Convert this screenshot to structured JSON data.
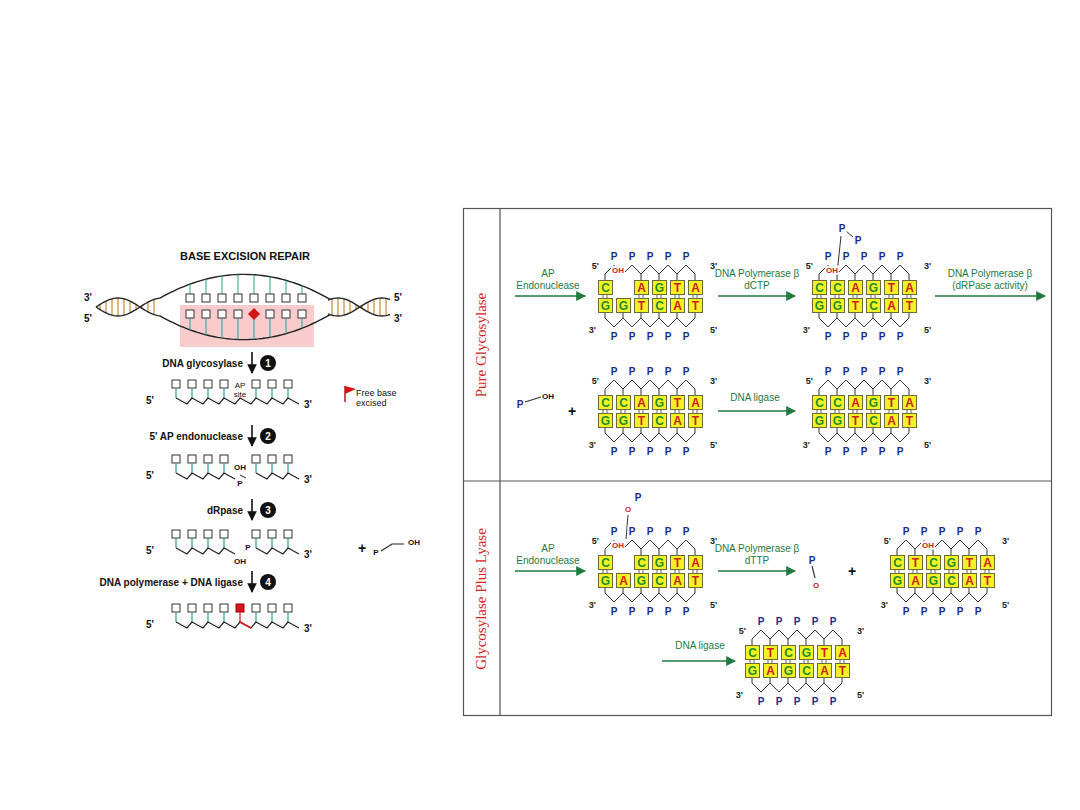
{
  "diagram": {
    "nodes": [
      {
        "text": [
          "Pure Glycosylase"
        ]
      },
      {
        "text": [
          "C"
        ],
        "in": 0
      },
      {
        "text": [
          "A"
        ],
        "in": 0
      },
      {
        "text": [
          "G"
        ],
        "in": 0
      },
      {
        "text": [
          "T"
        ],
        "in": 0
      },
      {
        "text": [
          "A"
        ],
        "in": 0
      },
      {
        "text": [
          "G"
        ],
        "in": 0
      },
      {
        "text": [
          "G"
        ],
        "in": 0
      },
      {
        "text": [
          "T"
        ],
        "in": 0
      },
      {
        "text": [
          "C"
        ],
        "in": 0
      },
      {
        "text": [
          "A"
        ],
        "in": 0
      },
      {
        "text": [
          "T"
        ],
        "in": 0
      },
      {
        "text": [
          "C"
        ],
        "in": 0
      },
      {
        "text": [
          "C"
        ],
        "in": 0
      },
      {
        "text": [
          "A"
        ],
        "in": 0
      },
      {
        "text": [
          "G"
        ],
        "in": 0
      },
      {
        "text": [
          "T"
        ],
        "in": 0
      },
      {
        "text": [
          "A"
        ],
        "in": 0
      },
      {
        "text": [
          "G"
        ],
        "in": 0
      },
      {
        "text": [
          "G"
        ],
        "in": 0
      },
      {
        "text": [
          "T"
        ],
        "in": 0
      },
      {
        "text": [
          "C"
        ],
        "in": 0
      },
      {
        "text": [
          "A"
        ],
        "in": 0
      },
      {
        "text": [
          "T"
        ],
        "in": 0
      },
      {
        "text": [
          "C"
        ],
        "in": 0
      },
      {
        "text": [
          "C"
        ],
        "in": 0
      },
      {
        "text": [
          "A"
        ],
        "in": 0
      },
      {
        "text": [
          "G"
        ],
        "in": 0
      },
      {
        "text": [
          "T"
        ],
        "in": 0
      },
      {
        "text": [
          "A"
        ],
        "in": 0
      },
      {
        "text": [
          "G"
        ],
        "in": 0
      },
      {
        "text": [
          "G"
        ],
        "in": 0
      },
      {
        "text": [
          "T"
        ],
        "in": 0
      },
      {
        "text": [
          "C"
        ],
        "in": 0
      },
      {
        "text": [
          "A"
        ],
        "in": 0
      },
      {
        "text": [
          "T"
        ],
        "in": 0
      },
      {
        "text": [
          "C"
        ],
        "in": 0
      },
      {
        "text": [
          "C"
        ],
        "in": 0
      },
      {
        "text": [
          "A"
        ],
        "in": 0
      },
      {
        "text": [
          "G"
        ],
        "in": 0
      },
      {
        "text": [
          "T"
        ],
        "in": 0
      },
      {
        "text": [
          "A"
        ],
        "in": 0
      },
      {
        "text": [
          "G"
        ],
        "in": 0
      },
      {
        "text": [
          "G"
        ],
        "in": 0
      },
      {
        "text": [
          "T"
        ],
        "in": 0
      },
      {
        "text": [
          "C"
        ],
        "in": 0
      },
      {
        "text": [
          "A"
        ],
        "in": 0
      },
      {
        "text": [
          "T"
        ],
        "in": 0
      },
      {
        "text": [
          "Glycosylase Plus Lyase"
        ]
      },
      {
        "text": [
          "C"
        ],
        "in": 48
      },
      {
        "text": [
          "C"
        ],
        "in": 48
      },
      {
        "text": [
          "G"
        ],
        "in": 48
      },
      {
        "text": [
          "T"
        ],
        "in": 48
      },
      {
        "text": [
          "A"
        ],
        "in": 48
      },
      {
        "text": [
          "G"
        ],
        "in": 48
      },
      {
        "text": [
          "A"
        ],
        "in": 48
      },
      {
        "text": [
          "G"
        ],
        "in": 48
      },
      {
        "text": [
          "C"
        ],
        "in": 48
      },
      {
        "text": [
          "A"
        ],
        "in": 48
      },
      {
        "text": [
          "T"
        ],
        "in": 48
      },
      {
        "text": [
          "C"
        ],
        "in": 48
      },
      {
        "text": [
          "T"
        ],
        "in": 48
      },
      {
        "text": [
          "C"
        ],
        "in": 48
      },
      {
        "text": [
          "G"
        ],
        "in": 48
      },
      {
        "text": [
          "T"
        ],
        "in": 48
      },
      {
        "text": [
          "A"
        ],
        "in": 48
      },
      {
        "text": [
          "G"
        ],
        "in": 48
      },
      {
        "text": [
          "A"
        ],
        "in": 48
      },
      {
        "text": [
          "G"
        ],
        "in": 48
      },
      {
        "text": [
          "C"
        ],
        "in": 48
      },
      {
        "text": [
          "A"
        ],
        "in": 48
      },
      {
        "text": [
          "T"
        ],
        "in": 48
      },
      {
        "text": [
          "C"
        ],
        "in": 48
      },
      {
        "text": [
          "T"
        ],
        "in": 48
      },
      {
        "text": [
          "C"
        ],
        "in": 48
      },
      {
        "text": [
          "G"
        ],
        "in": 48
      },
      {
        "text": [
          "T"
        ],
        "in": 48
      },
      {
        "text": [
          "A"
        ],
        "in": 48
      },
      {
        "text": [
          "G"
        ],
        "in": 48
      },
      {
        "text": [
          "A"
        ],
        "in": 48
      },
      {
        "text": [
          "G"
        ],
        "in": 48
      },
      {
        "text": [
          "C"
        ],
        "in": 48
      },
      {
        "text": [
          "A"
        ],
        "in": 48
      },
      {
        "text": [
          "T"
        ],
        "in": 48
      }
    ],
    "labels": [
      "BASE EXCISION REPAIR",
      "3'",
      "5'",
      "5'",
      "3'",
      "DNA glycosylase",
      "1",
      "AP site",
      "Free base excised",
      "5'",
      "3'",
      "5' AP endonuclease",
      "2",
      "OH",
      "P",
      "5'",
      "3'",
      "dRpase",
      "3",
      "P",
      "OH",
      "5'",
      "3'",
      "+",
      "P",
      "OH",
      "DNA polymerase + DNA ligase",
      "4",
      "5'",
      "3'",
      "AP Endonuclease",
      "5'",
      "P",
      "P",
      "P",
      "P",
      "P",
      "3'",
      "3'",
      "P",
      "P",
      "P",
      "P",
      "P",
      "5'",
      "OH",
      "DNA Polymerase β dCTP",
      "5'",
      "P",
      "P",
      "P",
      "P",
      "P",
      "3'",
      "3'",
      "P",
      "P",
      "P",
      "P",
      "P",
      "5'",
      "P",
      "P",
      "OH",
      "DNA Polymerase β (dRPase activity)",
      "P",
      "OH",
      "+",
      "5'",
      "P",
      "P",
      "P",
      "P",
      "P",
      "3'",
      "3'",
      "P",
      "P",
      "P",
      "P",
      "P",
      "5'",
      "DNA ligase",
      "5'",
      "P",
      "P",
      "P",
      "P",
      "P",
      "3'",
      "3'",
      "P",
      "P",
      "P",
      "P",
      "P",
      "5'",
      "AP Endonuclease",
      "5'",
      "P",
      "P",
      "P",
      "P",
      "P",
      "3'",
      "3'",
      "P",
      "P",
      "P",
      "P",
      "P",
      "5'",
      "OH",
      "O",
      "P",
      "DNA Polymerase β dTTP",
      "P",
      "O",
      "+",
      "5'",
      "P",
      "P",
      "P",
      "P",
      "P",
      "3'",
      "3'",
      "P",
      "P",
      "P",
      "P",
      "P",
      "5'",
      "OH",
      "DNA ligase",
      "5'",
      "P",
      "P",
      "P",
      "P",
      "P",
      "3'",
      "3'",
      "P",
      "P",
      "P",
      "P",
      "P",
      "5'"
    ]
  }
}
